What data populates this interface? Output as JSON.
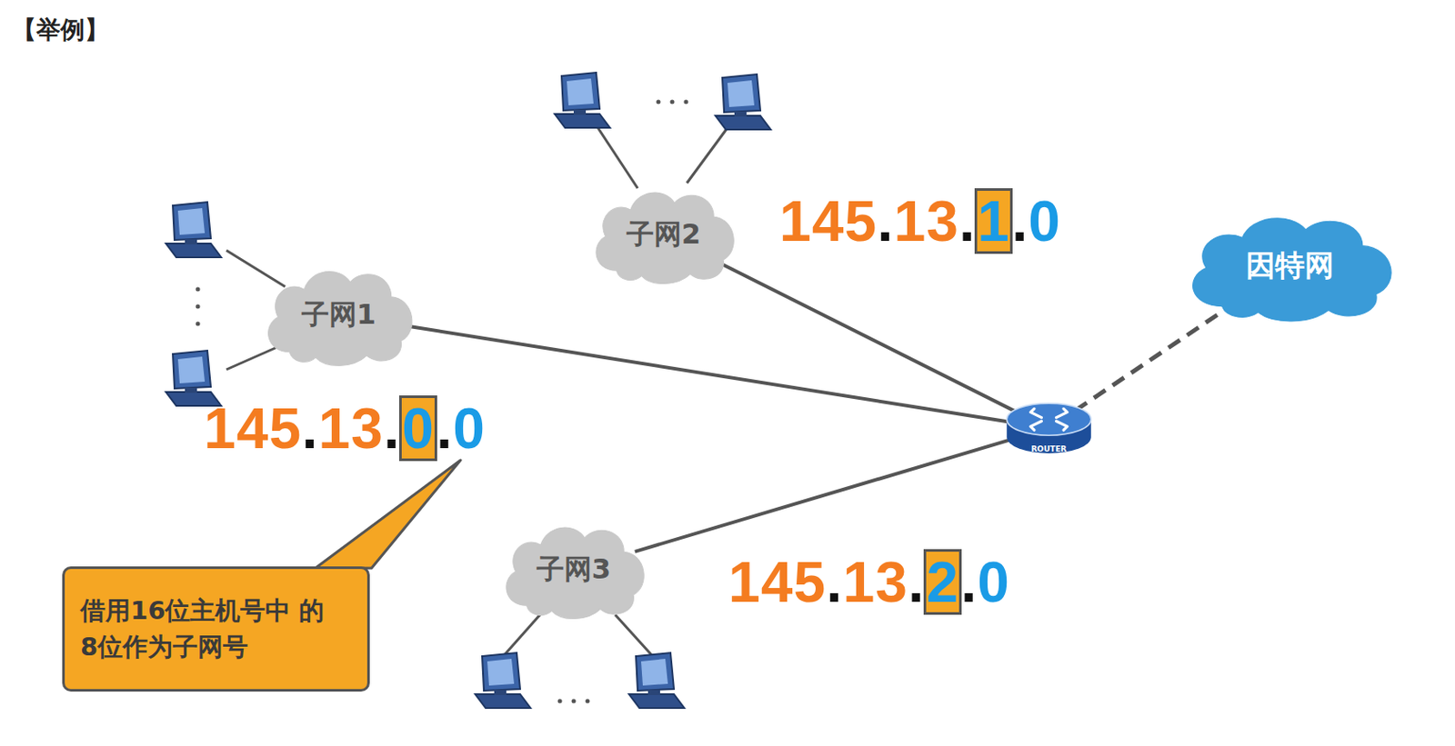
{
  "diagram": {
    "title": "【举例】",
    "nodes": [
      {
        "text": [
          "子网2"
        ]
      },
      {
        "text": [
          "因特网"
        ]
      },
      {
        "text": [
          "子网1"
        ]
      },
      {
        "text": [
          "ROUTER"
        ]
      },
      {
        "text": [
          "子网3"
        ]
      },
      {
        "text": [
          "借用16位主机号中 的8位作为子网号"
        ]
      }
    ],
    "edges": [
      {
        "from": 2,
        "to": 3,
        "arrow": "none"
      },
      {
        "from": 0,
        "to": 3,
        "arrow": "none"
      },
      {
        "from": 4,
        "to": 3,
        "arrow": "none"
      },
      {
        "from": 3,
        "to": 1,
        "arrow": "none"
      }
    ],
    "labels": [
      "145.13.1.0",
      "145.13.0.0",
      "145.13.2.0"
    ]
  }
}
